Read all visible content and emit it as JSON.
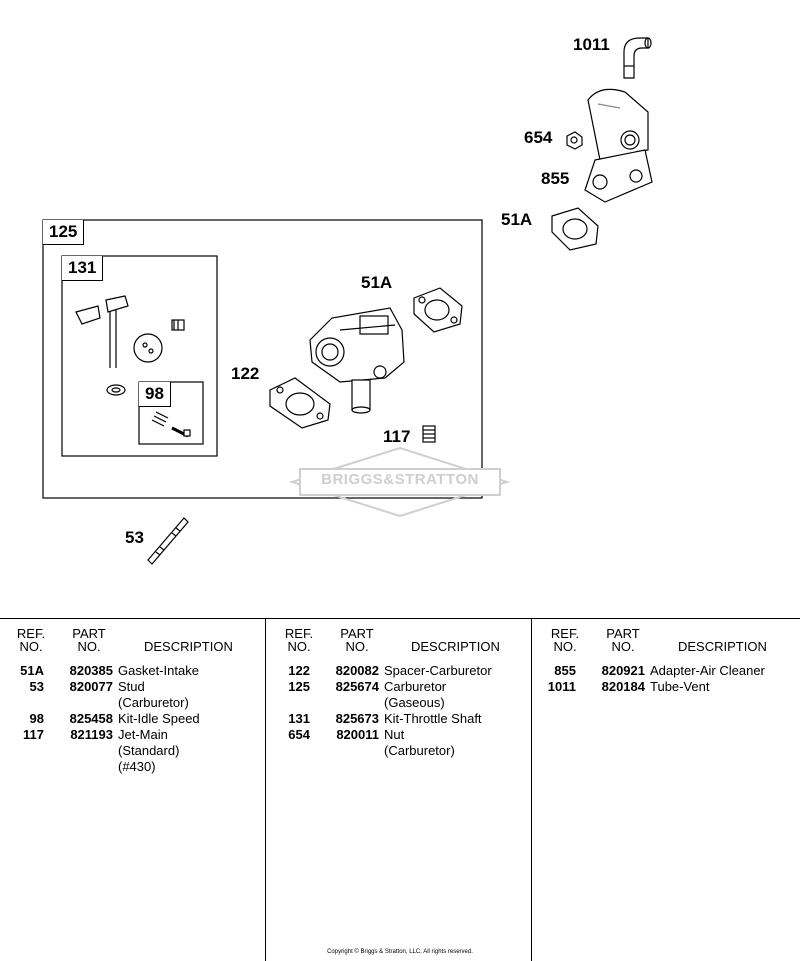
{
  "callouts": {
    "c1011": "1011",
    "c654": "654",
    "c855": "855",
    "c51a_top": "51A",
    "c125": "125",
    "c131": "131",
    "c98": "98",
    "c51a": "51A",
    "c122": "122",
    "c117": "117",
    "c53": "53"
  },
  "watermark": "BRIGGS&STRATTON",
  "table": {
    "header": {
      "ref1": "REF.",
      "ref2": "NO.",
      "part1": "PART",
      "part2": "NO.",
      "desc": "DESCRIPTION"
    },
    "columns": [
      [
        {
          "ref": "51A",
          "part": "820385",
          "desc": [
            "Gasket-Intake"
          ]
        },
        {
          "ref": "53",
          "part": "820077",
          "desc": [
            "Stud",
            "(Carburetor)"
          ]
        },
        {
          "ref": "98",
          "part": "825458",
          "desc": [
            "Kit-Idle Speed"
          ]
        },
        {
          "ref": "117",
          "part": "821193",
          "desc": [
            "Jet-Main",
            "(Standard)",
            "(#430)"
          ]
        }
      ],
      [
        {
          "ref": "122",
          "part": "820082",
          "desc": [
            "Spacer-Carburetor"
          ]
        },
        {
          "ref": "125",
          "part": "825674",
          "desc": [
            "Carburetor",
            "(Gaseous)"
          ]
        },
        {
          "ref": "131",
          "part": "825673",
          "desc": [
            "Kit-Throttle Shaft"
          ]
        },
        {
          "ref": "654",
          "part": "820011",
          "desc": [
            "Nut",
            "(Carburetor)"
          ]
        }
      ],
      [
        {
          "ref": "855",
          "part": "820921",
          "desc": [
            "Adapter-Air Cleaner"
          ]
        },
        {
          "ref": "1011",
          "part": "820184",
          "desc": [
            "Tube-Vent"
          ]
        }
      ]
    ]
  },
  "copyright": "Copyright © Briggs & Stratton, LLC. All rights reserved."
}
